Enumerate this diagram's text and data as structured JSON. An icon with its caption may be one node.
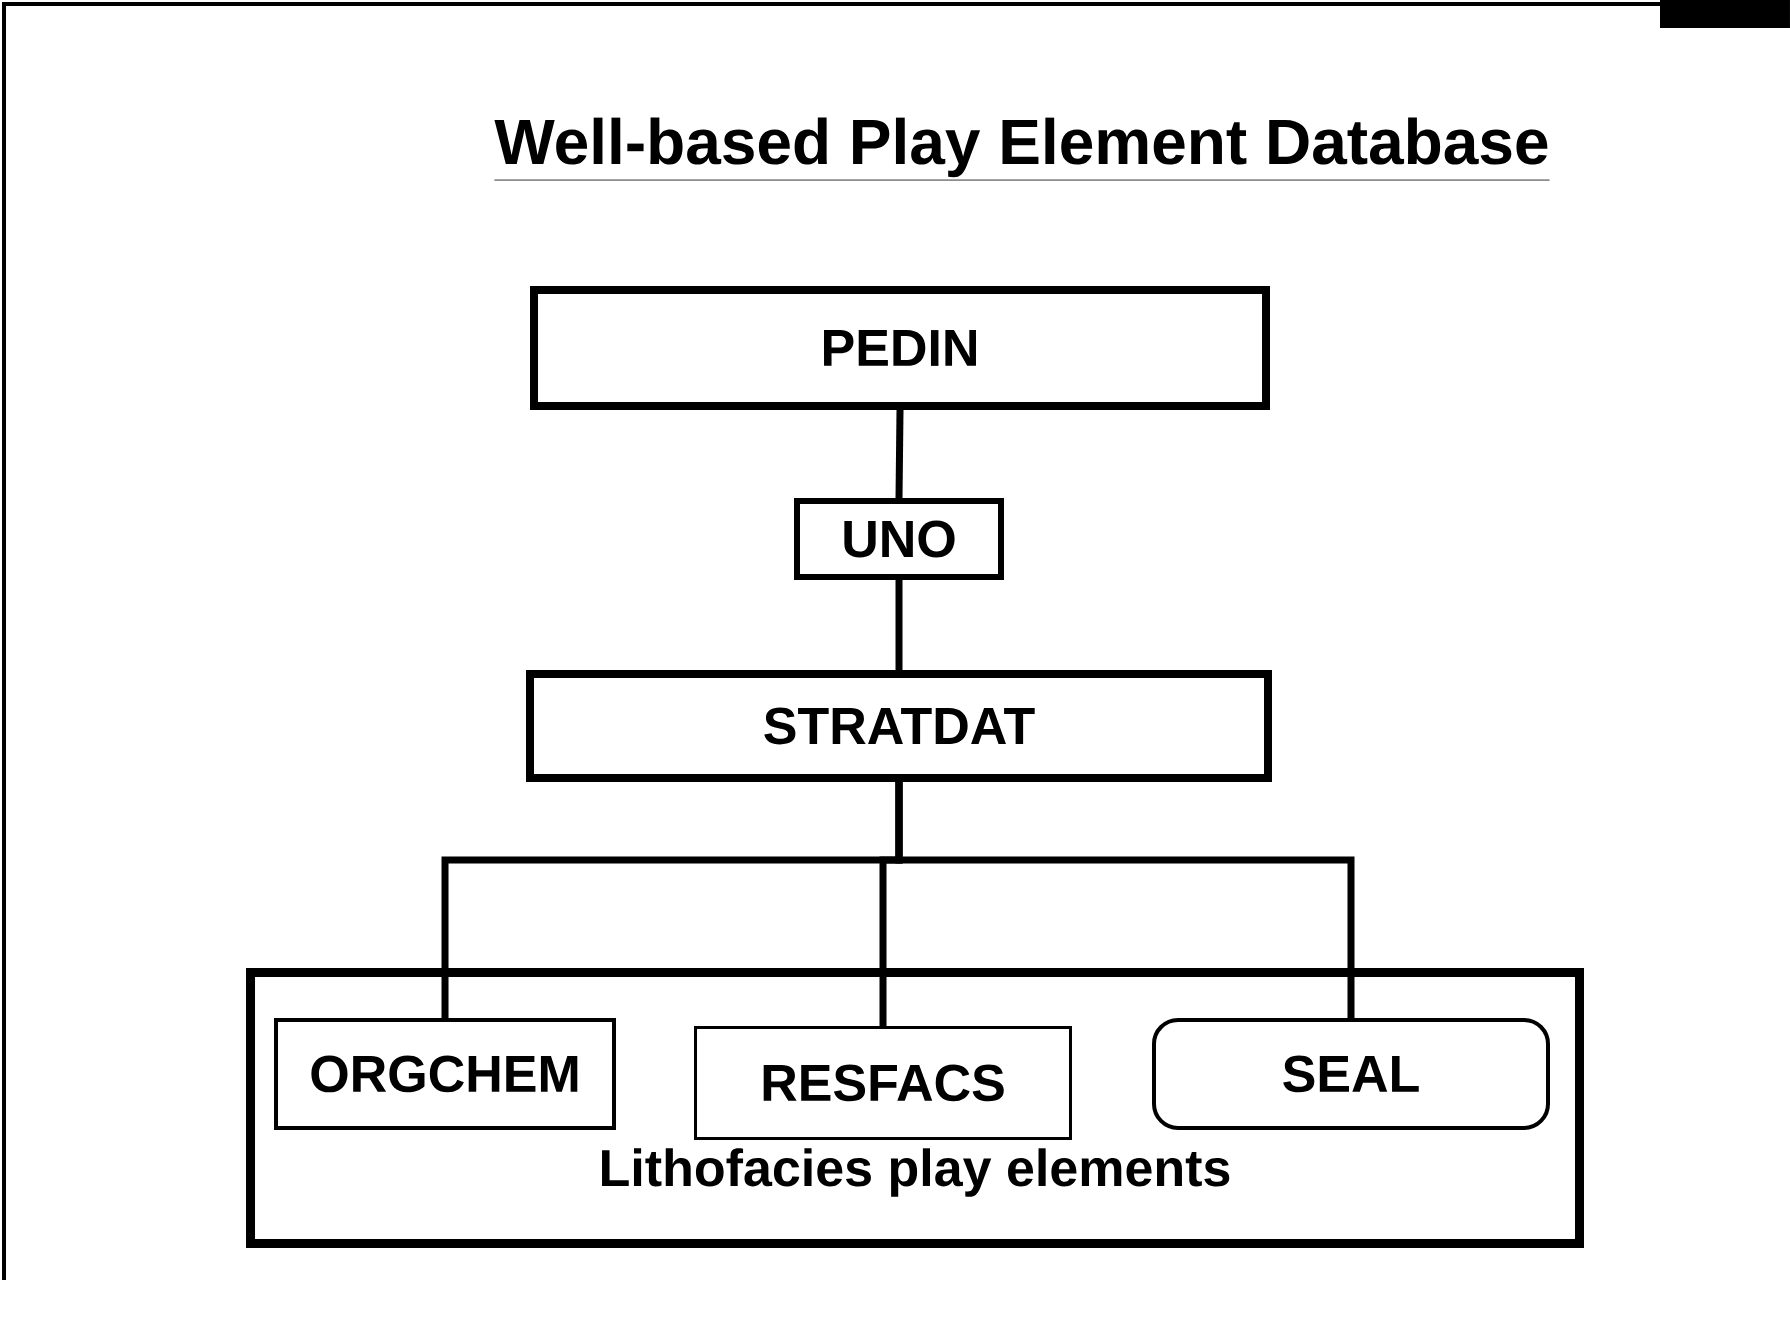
{
  "diagram": {
    "title": "Well-based Play Element Database",
    "nodes": [
      {
        "text": [
          "PEDIN"
        ]
      },
      {
        "text": [
          "UNO"
        ]
      },
      {
        "text": [
          "STRATDAT"
        ]
      },
      {
        "text": [
          "Lithofacies play elements"
        ]
      },
      {
        "text": [
          "ORGCHEM"
        ],
        "in": 3
      },
      {
        "text": [
          "RESFACS"
        ],
        "in": 3
      },
      {
        "text": [
          "SEAL"
        ],
        "in": 3
      }
    ],
    "edges": [
      {
        "from": 0,
        "to": 1,
        "arrow": "none"
      },
      {
        "from": 1,
        "to": 2,
        "arrow": "none"
      },
      {
        "from": 2,
        "to": 4,
        "arrow": "none"
      },
      {
        "from": 2,
        "to": 5,
        "arrow": "none"
      },
      {
        "from": 2,
        "to": 6,
        "arrow": "none"
      }
    ]
  }
}
